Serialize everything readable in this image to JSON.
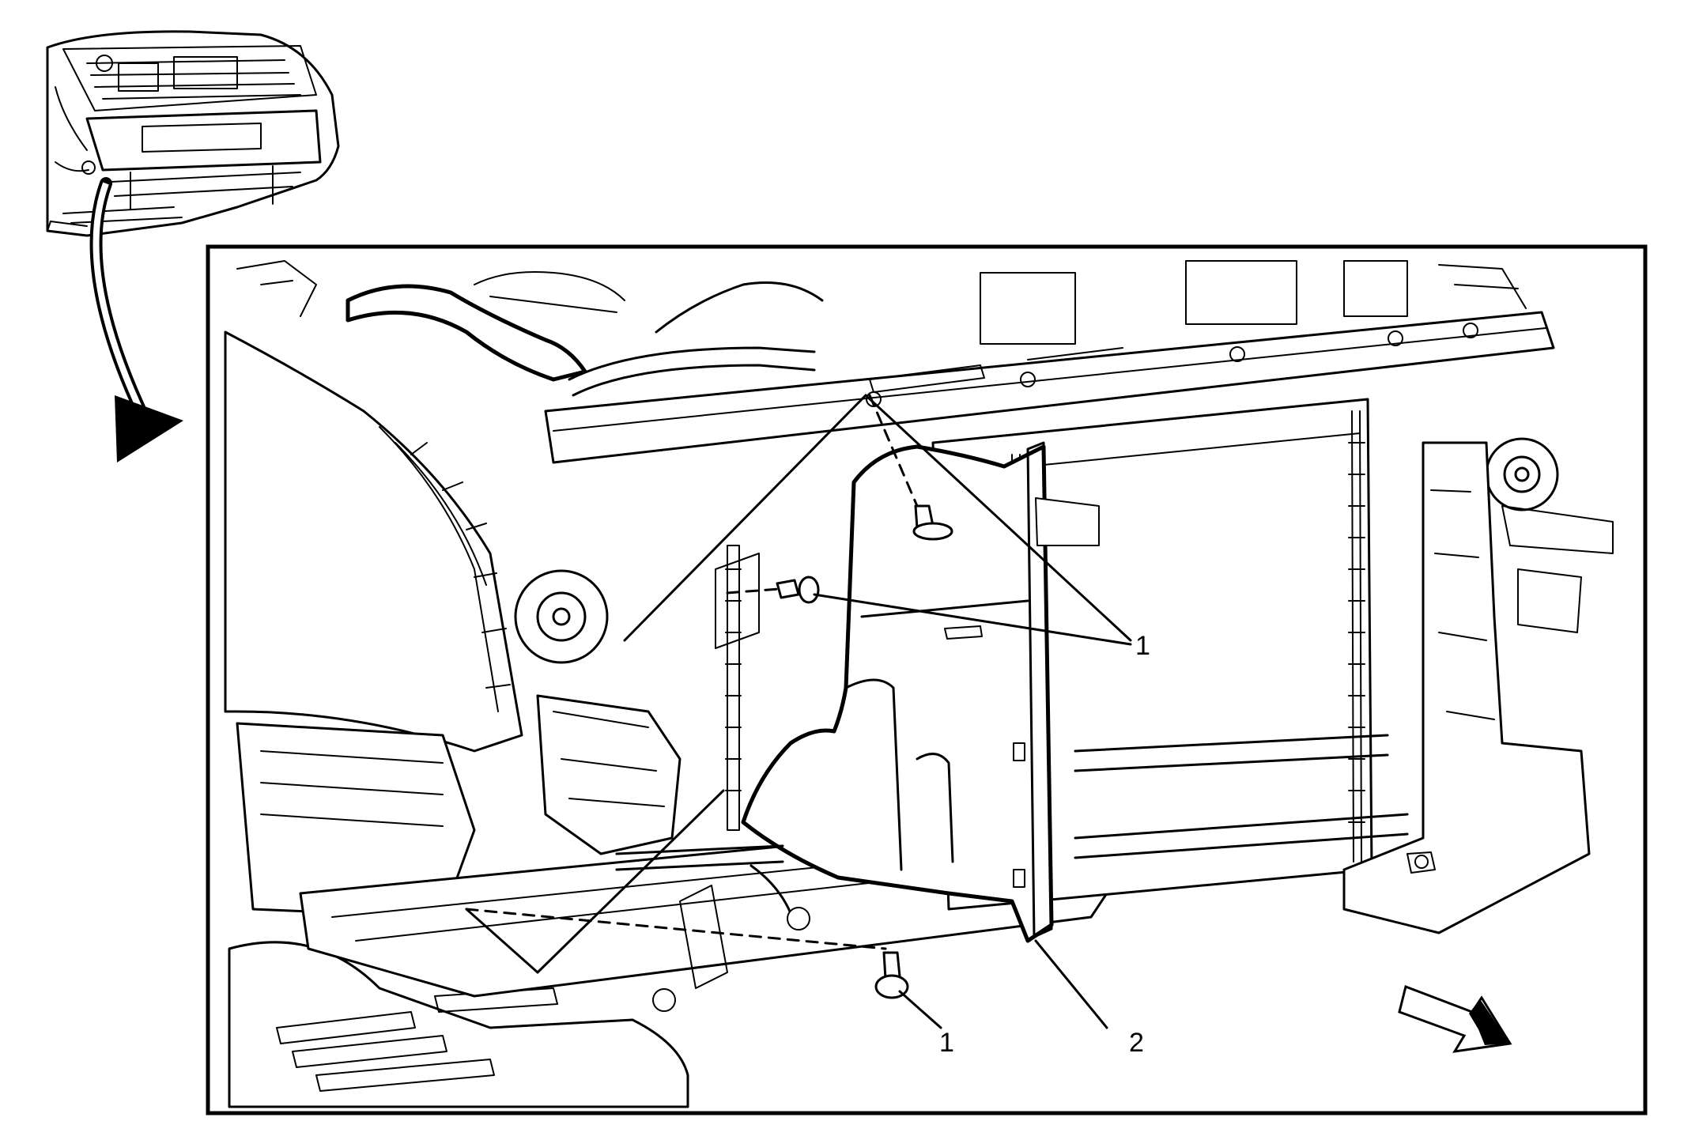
{
  "callouts": {
    "fastener_top": "1",
    "fastener_bottom": "1",
    "deflector": "2"
  }
}
